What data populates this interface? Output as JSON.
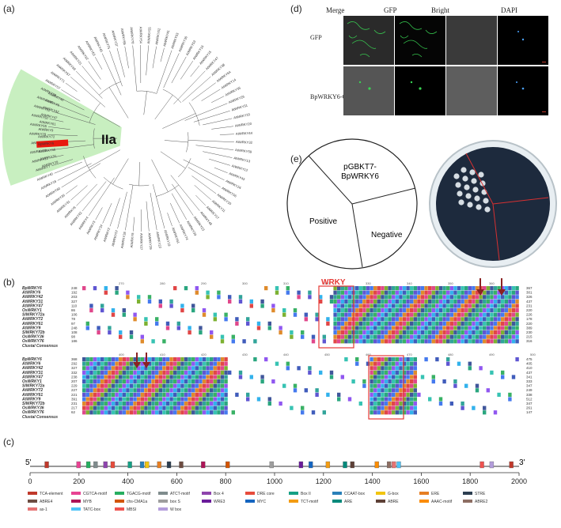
{
  "panels": {
    "a": "(a)",
    "b": "(b)",
    "c": "(c)",
    "d": "(d)",
    "e": "(e)"
  },
  "tree": {
    "clade_label": "IIa",
    "leaves": [
      "AtWRKY70",
      "AtWRKY54",
      "AtWRKY55",
      "AtWRKY52",
      "AtWRKY41",
      "AtWRKY53",
      "AtWRKY30",
      "AtWRKY53",
      "AtWRKY16",
      "AtWRKY15",
      "AtWRKY47",
      "AtWRKY38",
      "AtWRKY64",
      "AtWRKY14",
      "AtWRKY35",
      "AtWRKY26",
      "AtWRKY31",
      "AtWRKY33",
      "AtWRKY20",
      "AtWRKY44",
      "AtWRKY32",
      "AtWRKY59",
      "AtWRKY13",
      "AtWRKY12",
      "AtWRKY43",
      "AtWRKY24",
      "AtWRKY56",
      "AtWRKY10",
      "AtWRKY11",
      "AtWRKY17",
      "AtWRKY48",
      "AtWRKY23",
      "AtWRKY39",
      "AtWRKY74",
      "AtWRKY61",
      "AtWRKY19",
      "AtWRKY22",
      "AtWRKY29",
      "AtWRKY27",
      "AtWRKY8",
      "AtWRKY28",
      "AtWRKY57",
      "AtWRKY2",
      "AtWRKY34",
      "AtWRKY3",
      "AtWRKY4",
      "AtWRKY42",
      "AtWRKY6",
      "AtWRKY31",
      "AtWRKY36",
      "AtWRKY60",
      "AtWRKY18",
      "AtWRKY40",
      "AtWRKY7",
      "AtWRKY11",
      "AtWRKY72",
      "AtWRKY9",
      "AtWRKY29",
      "AtWRKY65",
      "AtWRKY50",
      "AtWRKY51",
      "AtWRKY46",
      "AtWRKY58",
      "AtWRKY57",
      "AtWRKY71",
      "AtWRKY67",
      "AtWRKY69",
      "AtWRKY21",
      "AtWRKY62",
      "AtWRKY63",
      "AtWRKY45",
      "AtWRKY75",
      "AtWRKY37",
      "AtWRKY66"
    ],
    "clade_leaves": [
      "AtWRKY29",
      "AtWRKY31",
      "AtWRKY36",
      "BpWRKY6",
      "AtWRKY72",
      "AtWRKY9",
      "AtWRKY61",
      "AtWRKY47",
      "AtWRKY42",
      "AtWRKY6",
      "AtWRKY40"
    ],
    "highlight_leaf": "BpWRKY6"
  },
  "alignment": {
    "wrky_label": "WRKY",
    "block1": {
      "names": [
        "BpWRKY6",
        "AtWRKY6",
        "AtWRKY42",
        "AtWRKY31",
        "AtWRKY47",
        "OsWRKY1",
        "SlWRKY72a",
        "AtWRKY72",
        "AtWRKY61",
        "AtWRKY9",
        "SlWRKY72b",
        "OsWRKY36",
        "OsWRKY76",
        "Clustal Consensus"
      ],
      "start": [
        "248",
        "192",
        "203",
        "327",
        "110",
        "86",
        "106",
        "78",
        "97",
        "248",
        "108",
        "98",
        "186",
        ""
      ],
      "end": [
        "367",
        "301",
        "326",
        "437",
        "231",
        "220",
        "226",
        "178",
        "220",
        "389",
        "230",
        "215",
        "316",
        ""
      ],
      "ruler": [
        "270",
        "280",
        "290",
        "300",
        "310",
        "320",
        "330",
        "340",
        "350",
        "360"
      ]
    },
    "block2": {
      "names": [
        "BpWRKY6",
        "AtWRKY6",
        "AtWRKY42",
        "AtWRKY31",
        "AtWRKY47",
        "OsWRKY1",
        "SlWRKY72a",
        "AtWRKY72",
        "AtWRKY61",
        "AtWRKY9",
        "SlWRKY72b",
        "OsWRKY36",
        "OsWRKY76",
        "Clustal Consensus"
      ],
      "start": [
        "368",
        "292",
        "327",
        "332",
        "238",
        "207",
        "229",
        "227",
        "221",
        "391",
        "231",
        "217",
        "62",
        ""
      ],
      "end": [
        "475",
        "405",
        "410",
        "437",
        "341",
        "333",
        "347",
        "249",
        "338",
        "512",
        "347",
        "261",
        "147",
        ""
      ],
      "ruler": [
        "400",
        "410",
        "420",
        "430",
        "440",
        "450",
        "460",
        "470",
        "480",
        "490",
        "500"
      ]
    }
  },
  "promoter": {
    "start_label": "5'",
    "end_label": "3'",
    "ticks": [
      "0",
      "200",
      "400",
      "600",
      "800",
      "1000",
      "1200",
      "1400",
      "1600",
      "1800",
      "2000"
    ],
    "legend": [
      {
        "name": "TCA-element",
        "color": "#c0392b"
      },
      {
        "name": "CGTCA-motif",
        "color": "#e84393"
      },
      {
        "name": "TGACG-motif",
        "color": "#27ae60"
      },
      {
        "name": "ATCT-motif",
        "color": "#7f8c8d"
      },
      {
        "name": "Box 4",
        "color": "#8e44ad"
      },
      {
        "name": "DRE core",
        "color": "#e74c3c"
      },
      {
        "name": "Box II",
        "color": "#16a085"
      },
      {
        "name": "CCAAT-box",
        "color": "#2980b9"
      },
      {
        "name": "G-box",
        "color": "#f1c40f"
      },
      {
        "name": "ERE",
        "color": "#e67e22"
      },
      {
        "name": "STRE",
        "color": "#2c3e50"
      },
      {
        "name": "ABRE4",
        "color": "#6d4c41"
      },
      {
        "name": "MYB",
        "color": "#ad1457"
      },
      {
        "name": "chs-CMA1a",
        "color": "#d35400"
      },
      {
        "name": "box S",
        "color": "#9e9e9e"
      },
      {
        "name": "WRE3",
        "color": "#6a1b9a"
      },
      {
        "name": "MYC",
        "color": "#1565c0"
      },
      {
        "name": "TCT-motif",
        "color": "#f39c12"
      },
      {
        "name": "ARE",
        "color": "#00897b"
      },
      {
        "name": "ABRE",
        "color": "#5d4037"
      },
      {
        "name": "AAAC-motif",
        "color": "#fb8c00"
      },
      {
        "name": "ABRE2",
        "color": "#8d6e63"
      },
      {
        "name": "as-1",
        "color": "#e57373"
      },
      {
        "name": "TATC-box",
        "color": "#4fc3f7"
      },
      {
        "name": "MBSI",
        "color": "#ef5350"
      },
      {
        "name": "W box",
        "color": "#b39ddb"
      }
    ]
  },
  "microscopy": {
    "columns": [
      "Merge",
      "GFP",
      "Bright",
      "DAPI"
    ],
    "rows": [
      "GFP",
      "BpWRKY6-GFP"
    ]
  },
  "yeast": {
    "sectors": [
      "pGBKT7-",
      "BpWRKY6",
      "Positive",
      "Negative"
    ]
  }
}
